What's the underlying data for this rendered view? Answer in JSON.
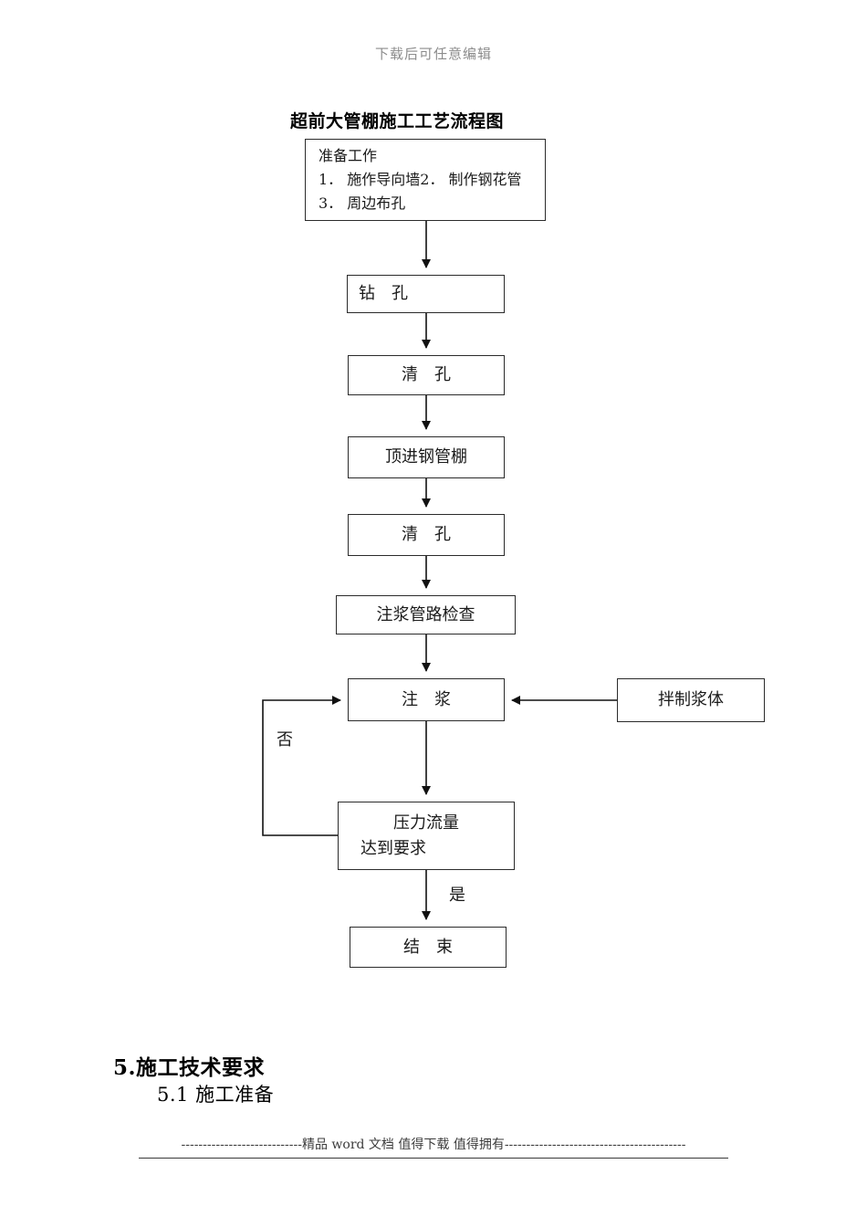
{
  "header": {
    "watermark": "下载后可任意编辑"
  },
  "diagram": {
    "title": "超前大管棚施工工艺流程图",
    "nodes": {
      "prep": {
        "line1": "准备工作",
        "line2": "1． 施作导向墙2． 制作钢花管",
        "line3": "3． 周边布孔"
      },
      "drill": "钻　孔",
      "clean1": "清　孔",
      "push": "顶进钢管棚",
      "clean2": "清　孔",
      "check": "注浆管路检查",
      "grout": "注　浆",
      "mix": "拌制浆体",
      "condition": {
        "line1": "压力流量",
        "line2": "达到要求"
      },
      "end": "结　束"
    },
    "edge_labels": {
      "no": "否",
      "yes": "是"
    },
    "stroke_color": "#2b2b2b"
  },
  "body": {
    "section_heading": "5.施工技术要求",
    "section_sub": "5.1 施工准备"
  },
  "footer": {
    "text": "----------------------------精品 word 文档 值得下载 值得拥有------------------------------------------"
  }
}
